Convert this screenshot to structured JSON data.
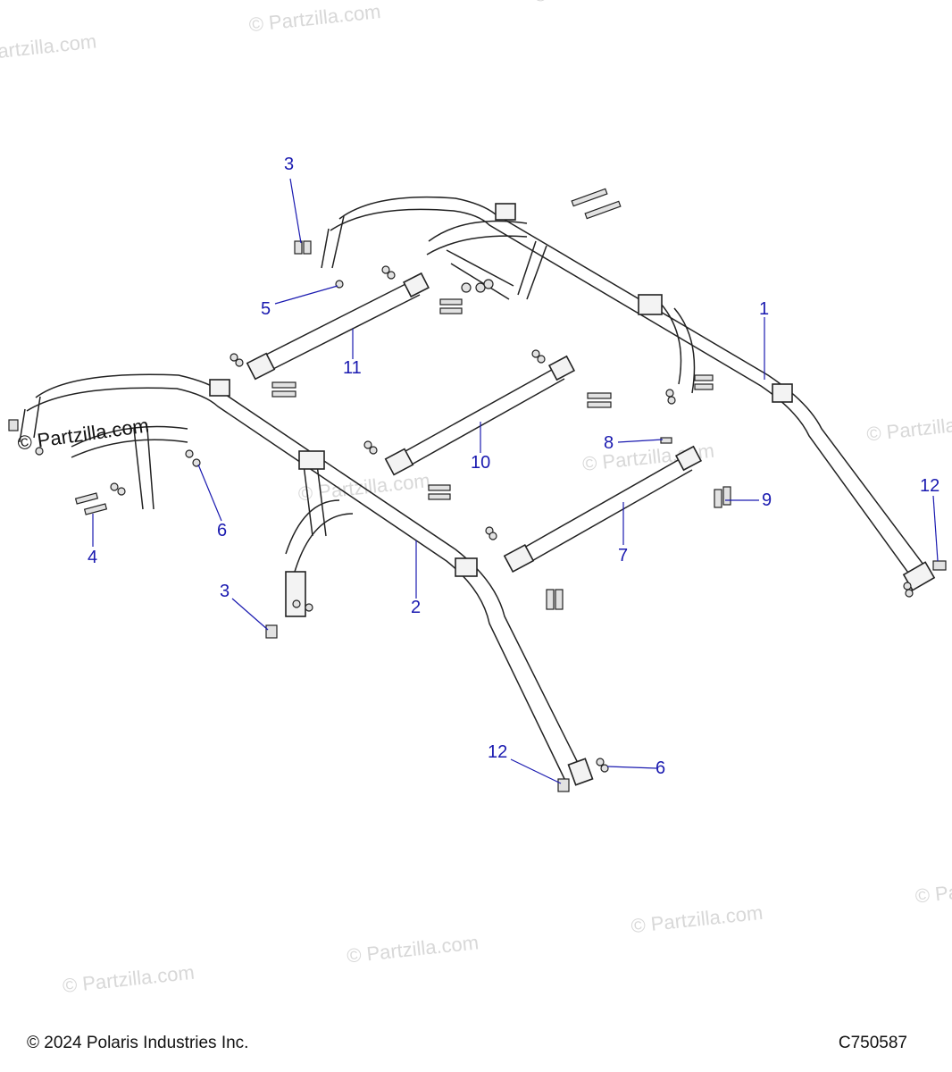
{
  "watermark_text": "© Partzilla.com",
  "logo_text": "© Partzilla.com",
  "callouts": [
    "1",
    "2",
    "3",
    "3",
    "4",
    "5",
    "6",
    "6",
    "7",
    "8",
    "9",
    "10",
    "11",
    "12",
    "12"
  ],
  "footer": {
    "copyright": "© 2024 Polaris Industries Inc.",
    "diagram_code": "C750587"
  },
  "colors": {
    "callout": "#1a1ab0",
    "line": "#222222",
    "watermark": "#d8d8d8"
  }
}
